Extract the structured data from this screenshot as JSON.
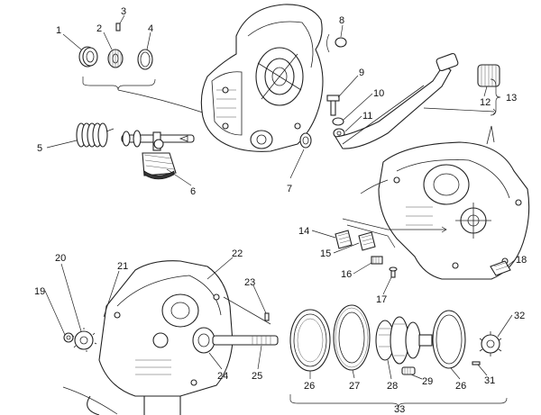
{
  "callouts": [
    {
      "id": "c1",
      "label": "1"
    },
    {
      "id": "c2",
      "label": "2"
    },
    {
      "id": "c3",
      "label": "3"
    },
    {
      "id": "c4",
      "label": "4"
    },
    {
      "id": "c5",
      "label": "5"
    },
    {
      "id": "c6",
      "label": "6"
    },
    {
      "id": "c7",
      "label": "7"
    },
    {
      "id": "c8",
      "label": "8"
    },
    {
      "id": "c9",
      "label": "9"
    },
    {
      "id": "c10",
      "label": "10"
    },
    {
      "id": "c11",
      "label": "11"
    },
    {
      "id": "c12",
      "label": "12"
    },
    {
      "id": "c13",
      "label": "13"
    },
    {
      "id": "c14",
      "label": "14"
    },
    {
      "id": "c15",
      "label": "15"
    },
    {
      "id": "c16",
      "label": "16"
    },
    {
      "id": "c17",
      "label": "17"
    },
    {
      "id": "c18",
      "label": "18"
    },
    {
      "id": "c19",
      "label": "19"
    },
    {
      "id": "c20",
      "label": "20"
    },
    {
      "id": "c21",
      "label": "21"
    },
    {
      "id": "c22",
      "label": "22"
    },
    {
      "id": "c23",
      "label": "23"
    },
    {
      "id": "c24",
      "label": "24"
    },
    {
      "id": "c25",
      "label": "25"
    },
    {
      "id": "c26a",
      "label": "26"
    },
    {
      "id": "c27",
      "label": "27"
    },
    {
      "id": "c28",
      "label": "28"
    },
    {
      "id": "c29",
      "label": "29"
    },
    {
      "id": "c26b",
      "label": "26"
    },
    {
      "id": "c31",
      "label": "31"
    },
    {
      "id": "c32",
      "label": "32"
    },
    {
      "id": "c33",
      "label": "33"
    }
  ]
}
